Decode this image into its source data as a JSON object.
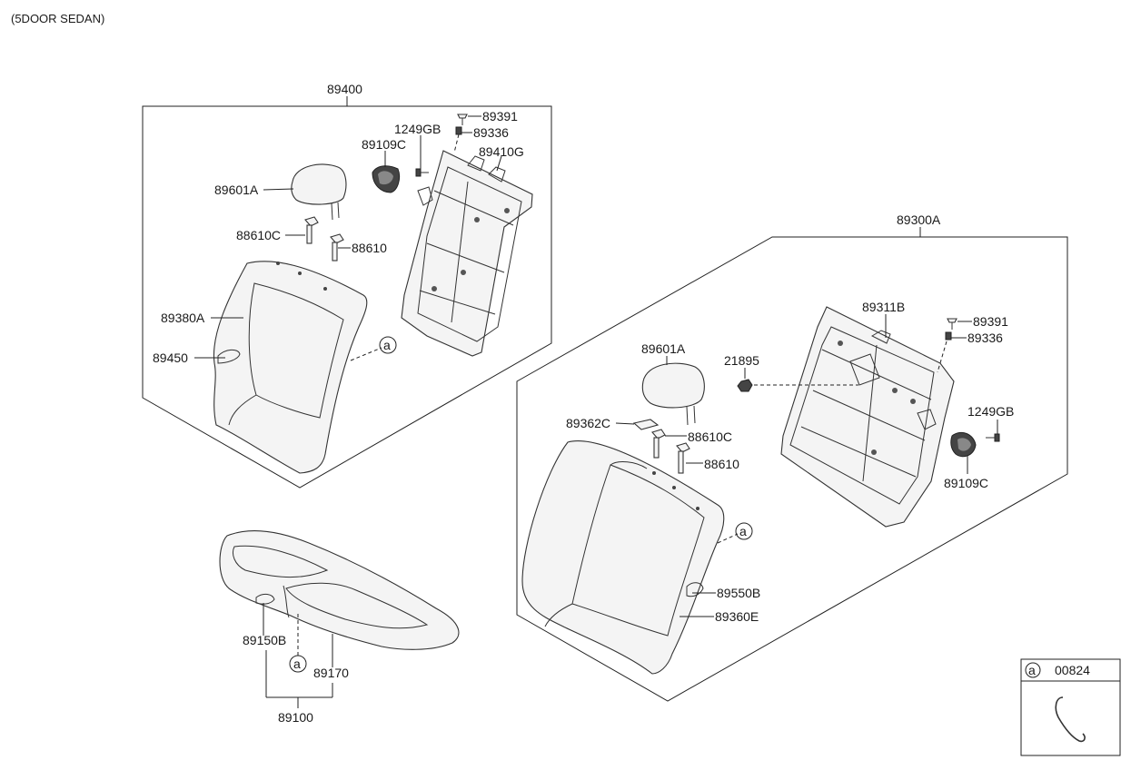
{
  "header": {
    "variant": "(5DOOR SEDAN)"
  },
  "assemblies": {
    "left_back": "89400",
    "right_back": "89300A",
    "cushion": "89100"
  },
  "labels": {
    "l_89391": "89391",
    "l_1249GB": "1249GB",
    "l_89336": "89336",
    "l_89109C": "89109C",
    "l_89410G": "89410G",
    "l_89601A": "89601A",
    "l_88610C": "88610C",
    "l_88610": "88610",
    "l_89380A": "89380A",
    "l_89450": "89450",
    "r_89311B": "89311B",
    "r_89391": "89391",
    "r_89336": "89336",
    "r_89601A": "89601A",
    "r_21895": "21895",
    "r_1249GB": "1249GB",
    "r_89362C": "89362C",
    "r_88610C": "88610C",
    "r_88610": "88610",
    "r_89109C": "89109C",
    "r_89550B": "89550B",
    "r_89360E": "89360E",
    "c_89150B": "89150B",
    "c_89170": "89170"
  },
  "callouts": {
    "ref": "a"
  },
  "legend": {
    "ref": "a",
    "part": "00824"
  }
}
